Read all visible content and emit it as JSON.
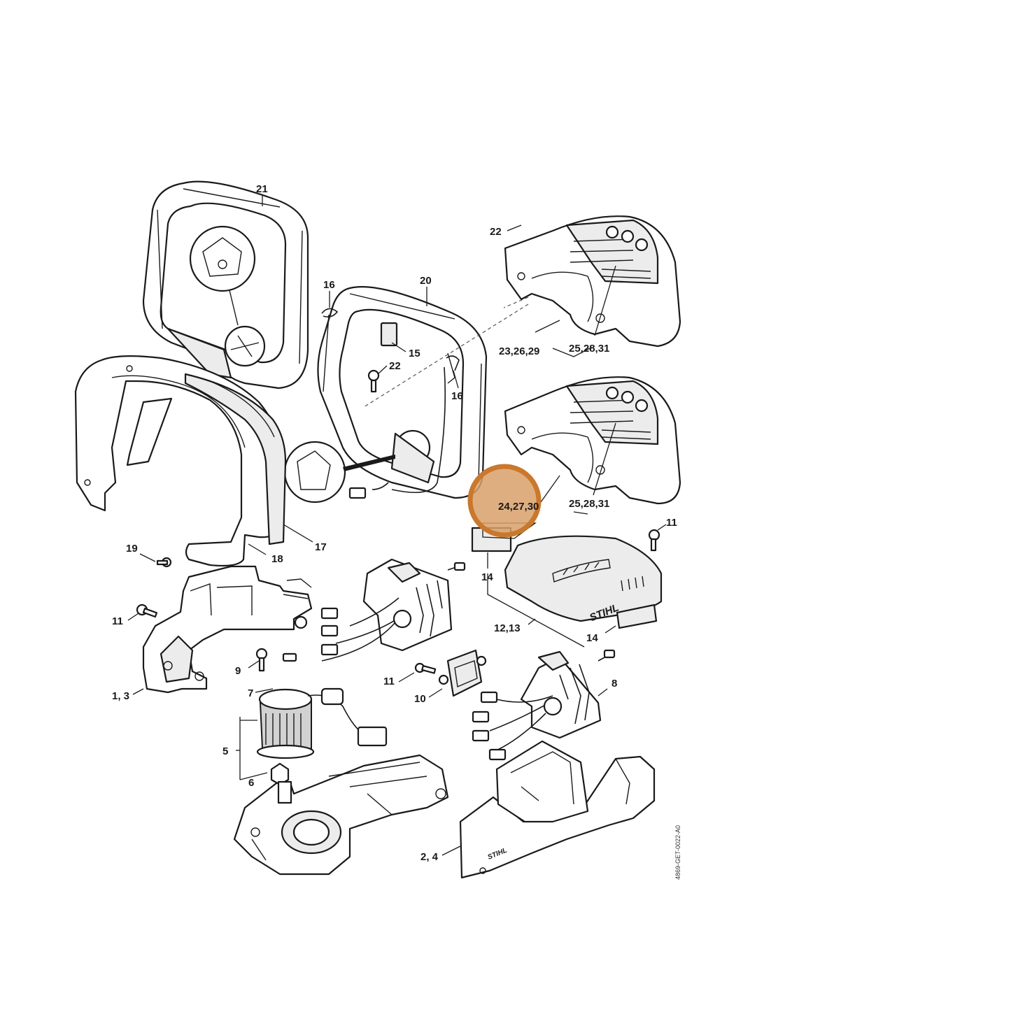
{
  "colors": {
    "highlight_ring": "#c9782c",
    "highlight_fill": "#d9a06a",
    "line": "#1a1a1a",
    "background": "#ffffff"
  },
  "callouts": {
    "c21": "21",
    "c16a": "16",
    "c20": "20",
    "c22a": "22",
    "c15": "15",
    "c22b": "22",
    "c16b": "16",
    "c23_26_29": "23,26,29",
    "c25_28_31a": "25,28,31",
    "c25_28_31b": "25,28,31",
    "c24_27_30": "24,27,30",
    "c11a": "11",
    "c17": "17",
    "c18": "18",
    "c19": "19",
    "c14a": "14",
    "c11b": "11",
    "c12_13": "12,13",
    "c14b": "14",
    "c9": "9",
    "c11c": "11",
    "c1_3": "1, 3",
    "c7": "7",
    "c8": "8",
    "c10": "10",
    "c5": "5",
    "c6": "6",
    "c2_4": "2, 4"
  },
  "brand_marks": {
    "top_cover": "STIHL",
    "lower_housing": "STIHL"
  },
  "drawing_code": "4869-GET-0022-A0",
  "highlighted_callout": "24,27,30"
}
